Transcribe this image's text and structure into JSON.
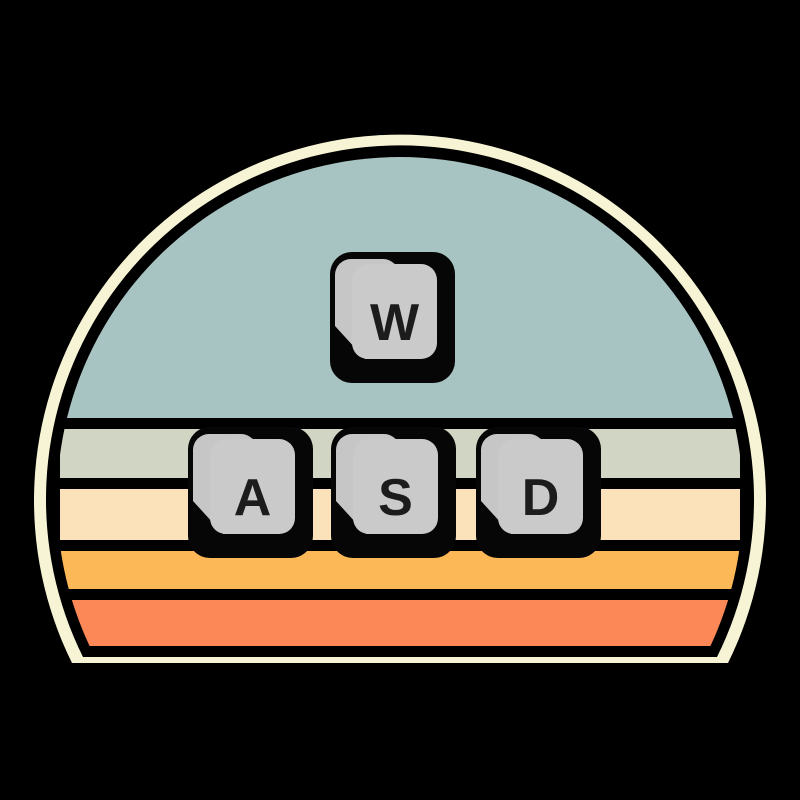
{
  "artwork": {
    "description": "Retro sunset badge with WASD keyboard keys",
    "background_color": "#000000",
    "badge": {
      "outline_color": "#f6f4d4",
      "gap_color": "#000000"
    },
    "stripes": [
      {
        "name": "sky-teal",
        "color": "#a7c4c2"
      },
      {
        "name": "sage",
        "color": "#d1d5c3"
      },
      {
        "name": "cream-peach",
        "color": "#fce2bb"
      },
      {
        "name": "orange",
        "color": "#fcb857"
      },
      {
        "name": "coral",
        "color": "#fc8757"
      }
    ],
    "separator_color": "#000000",
    "keys": [
      {
        "label": "W"
      },
      {
        "label": "A"
      },
      {
        "label": "S"
      },
      {
        "label": "D"
      }
    ],
    "keycap": {
      "base_color": "#060606",
      "top_color": "#cacaca",
      "side_color": "#c6c6c6",
      "letter_color": "#1c1c1c"
    }
  }
}
